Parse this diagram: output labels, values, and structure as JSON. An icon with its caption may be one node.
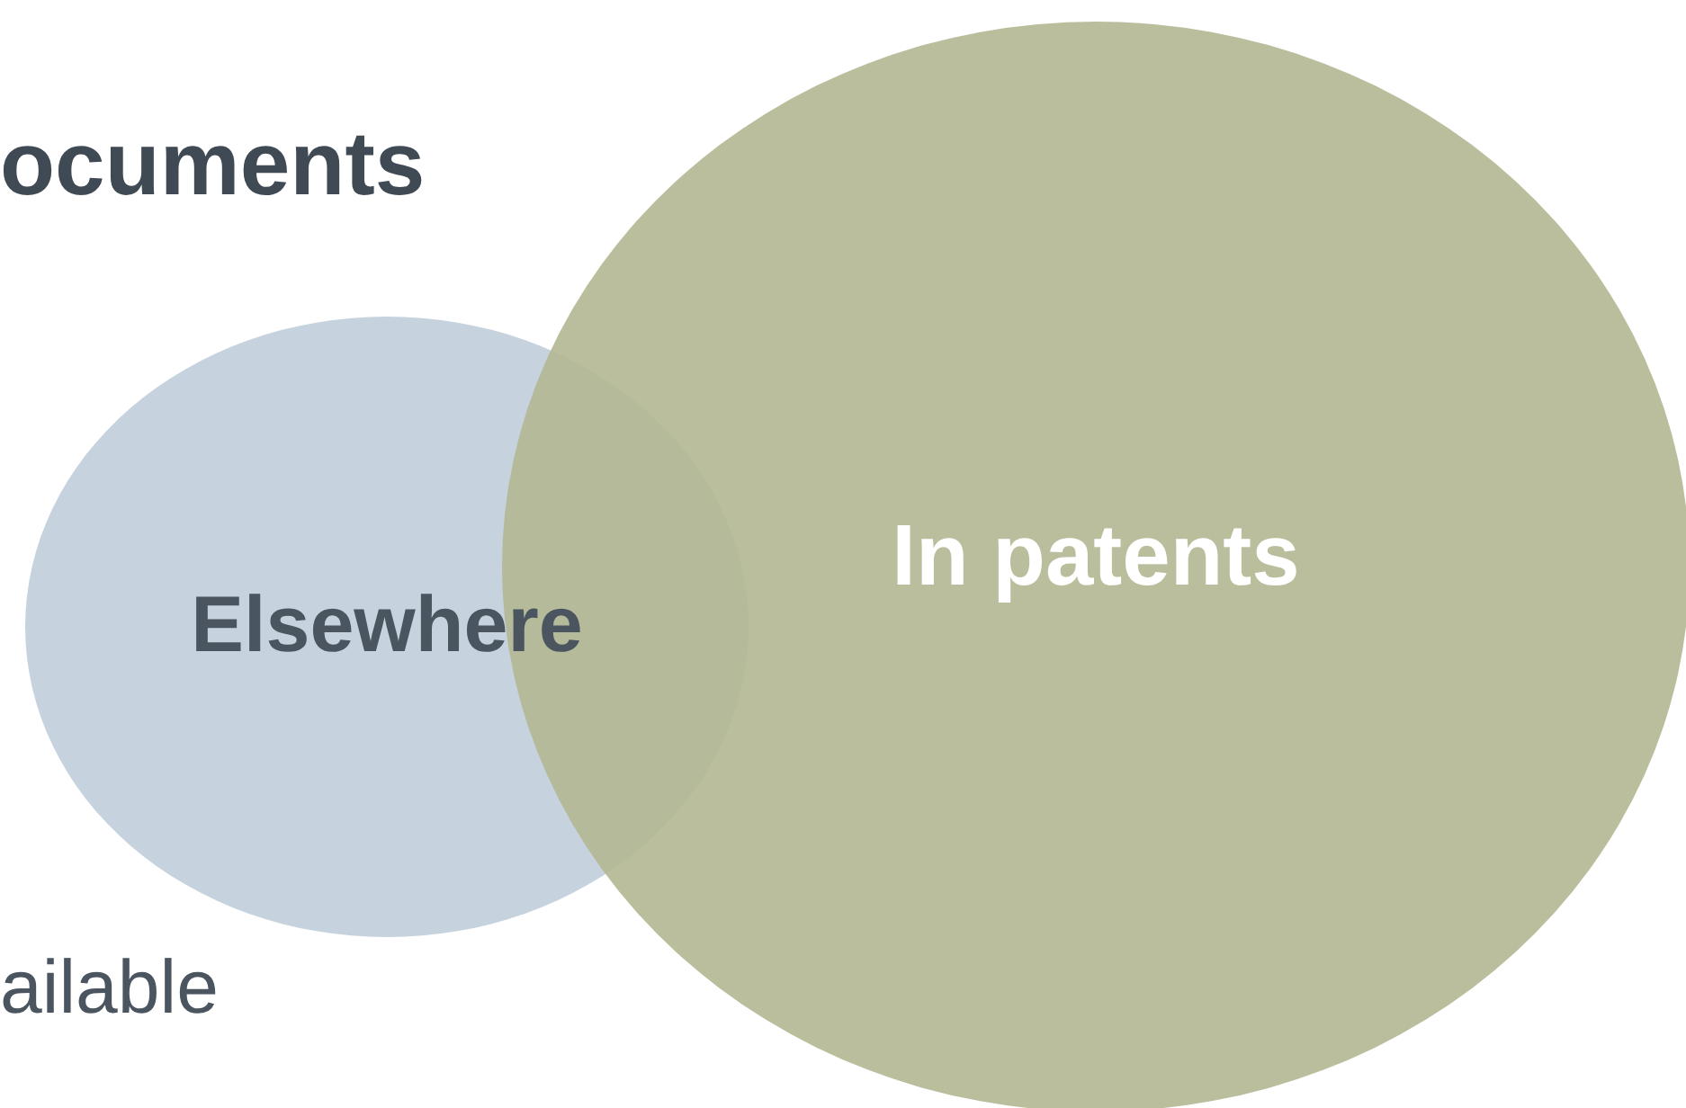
{
  "diagram": {
    "title": "ocuments",
    "nodes": [
      {
        "text": [
          "Elsewhere"
        ]
      },
      {
        "text": [
          "In patents"
        ]
      }
    ],
    "labels": [
      "ailable"
    ]
  }
}
